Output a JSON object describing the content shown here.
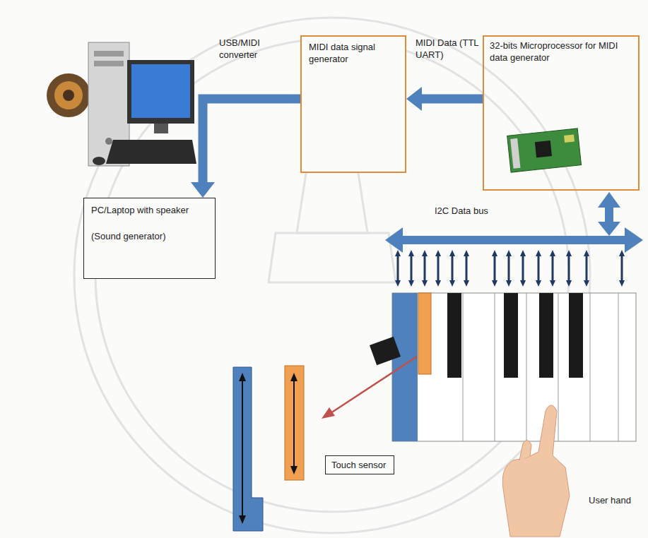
{
  "diagram": {
    "nodes": [
      {
        "text": [
          "PC/Laptop with speaker",
          "(Sound generator)"
        ]
      },
      {
        "text": [
          "MIDI data signal generator"
        ]
      },
      {
        "text": [
          "32-bits Microprocessor for MIDI data generator"
        ]
      },
      {
        "text": [
          "Touch sensor"
        ]
      }
    ],
    "edges": [
      {
        "from": 1,
        "to": 0,
        "arrow": "to",
        "label": "USB/MIDI converter"
      },
      {
        "from": 2,
        "to": 1,
        "arrow": "to",
        "label": "MIDI Data (TTL UART)"
      }
    ],
    "labels": [
      "I2C Data bus",
      "User hand"
    ]
  }
}
